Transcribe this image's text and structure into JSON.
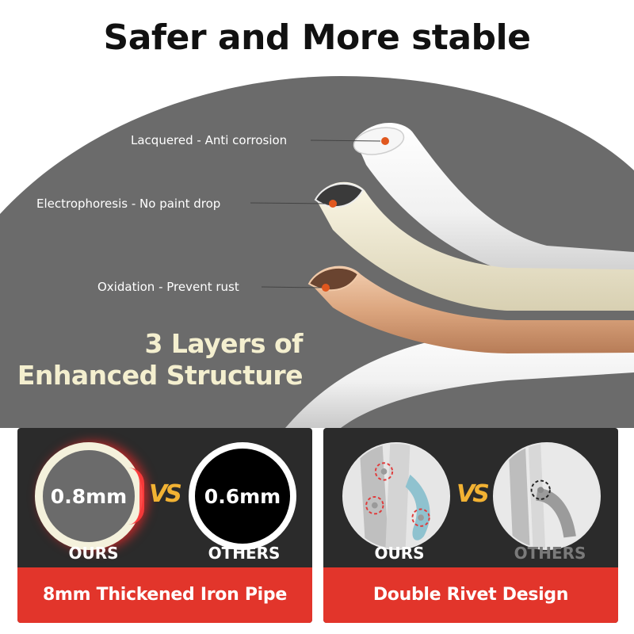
{
  "title": "Safer and More stable",
  "layers": [
    {
      "label": "Lacquered - Anti corrosion"
    },
    {
      "label": "Electrophoresis - No paint drop"
    },
    {
      "label": "Oxidation - Prevent rust"
    }
  ],
  "headline": {
    "line1": "3 Layers of",
    "line2": "Enhanced Structure"
  },
  "left_card": {
    "ours_value": "0.8mm",
    "vs": "VS",
    "others_value": "0.6mm",
    "ours_label": "OURS",
    "others_label": "OTHERS",
    "banner": "8mm Thickened Iron Pipe"
  },
  "right_card": {
    "vs": "VS",
    "ours_label": "OURS",
    "others_label": "OTHERS",
    "banner": "Double Rivet Design"
  },
  "colors": {
    "accent_red": "#e2352b",
    "vs_gold": "#f2b233",
    "layer_dot": "#e0571e",
    "background_gray": "#6b6b6b",
    "headline_cream": "#f4efcf"
  }
}
